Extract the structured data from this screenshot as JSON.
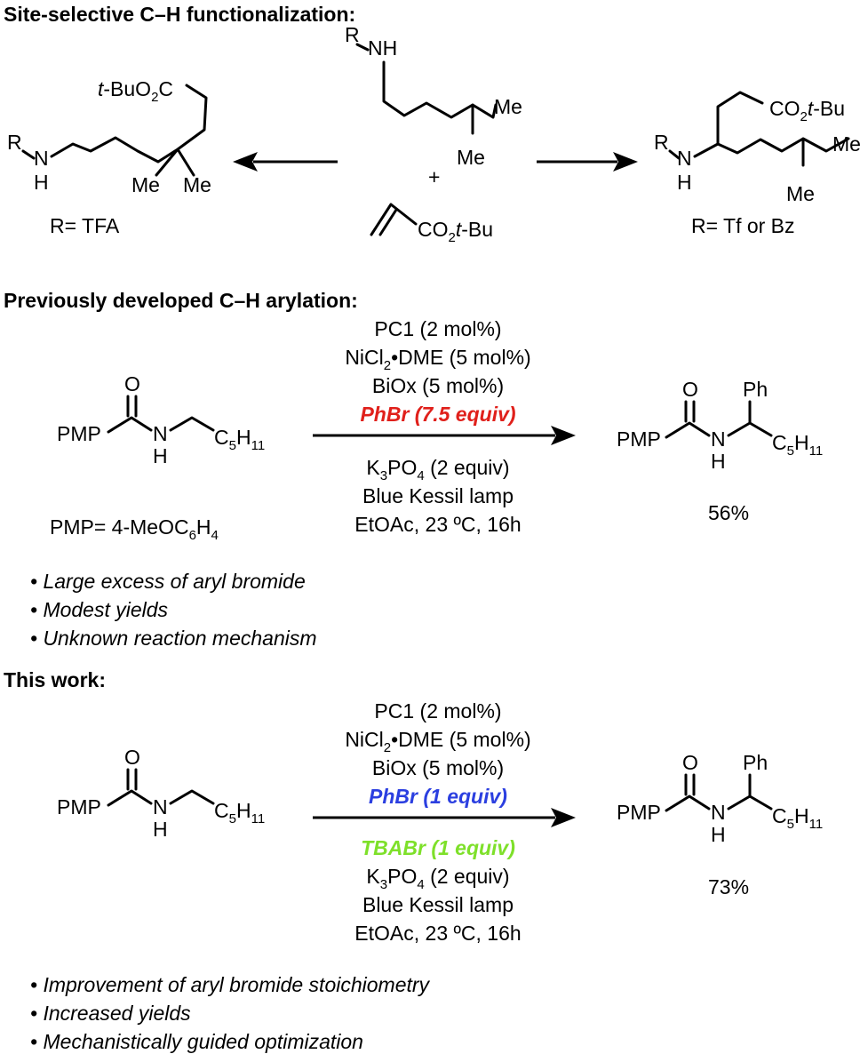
{
  "headings": {
    "site_selective": "Site-selective C–H functionalization:",
    "previous": "Previously developed C–H arylation:",
    "this_work": "This work:"
  },
  "molecules": {
    "r": "R",
    "nh": "NH",
    "n": "N",
    "h": "H",
    "me": "Me",
    "o": "O",
    "ph": "Ph",
    "pmp": "PMP",
    "plus": "+",
    "c5h11_c": "C",
    "c5h11_5": "5",
    "c5h11_h": "H",
    "c5h11_11": "11",
    "tbuo2c_t": "t",
    "tbuo2c_rest": "-BuO",
    "tbuo2c_2": "2",
    "tbuo2c_c": "C",
    "co2tbu_co": "CO",
    "co2tbu_2": "2",
    "co2tbu_t": "t",
    "co2tbu_bu": "-Bu"
  },
  "section1": {
    "left_r_label": "R= TFA",
    "right_r_label": "R= Tf or Bz"
  },
  "section2": {
    "conditions_above": [
      "PC1 (2 mol%)",
      "BiOx (5 mol%)"
    ],
    "nicl2_a": "NiCl",
    "nicl2_sub": "2",
    "nicl2_b": "•DME (5 mol%)",
    "highlight": "PhBr (7.5 equiv)",
    "k3po4_a": "K",
    "k3po4_3": "3",
    "k3po4_po": "PO",
    "k3po4_4": "4",
    "k3po4_b": " (2 equiv)",
    "lamp": "Blue Kessil lamp",
    "solvent": "EtOAc, 23 ºC, 16h",
    "pmp_def_a": "PMP= 4-MeOC",
    "pmp_def_6": "6",
    "pmp_def_h": "H",
    "pmp_def_4": "4",
    "yield": "56%",
    "bullets": [
      "• Large excess of aryl bromide",
      "• Modest yields",
      "• Unknown reaction mechanism"
    ]
  },
  "section3": {
    "conditions_above": [
      "PC1 (2 mol%)",
      "BiOx (5 mol%)"
    ],
    "nicl2_a": "NiCl",
    "nicl2_sub": "2",
    "nicl2_b": "•DME (5 mol%)",
    "highlight": "PhBr (1 equiv)",
    "additive": "TBABr (1 equiv)",
    "k3po4_a": "K",
    "k3po4_3": "3",
    "k3po4_po": "PO",
    "k3po4_4": "4",
    "k3po4_b": " (2 equiv)",
    "lamp": "Blue Kessil lamp",
    "solvent": "EtOAc, 23 ºC, 16h",
    "yield": "73%",
    "bullets": [
      "• Improvement of aryl bromide stoichiometry",
      "• Increased yields",
      "• Mechanistically guided optimization"
    ]
  },
  "colors": {
    "red": "#e0201b",
    "blue": "#2b3fe0",
    "green": "#7ee02a"
  }
}
